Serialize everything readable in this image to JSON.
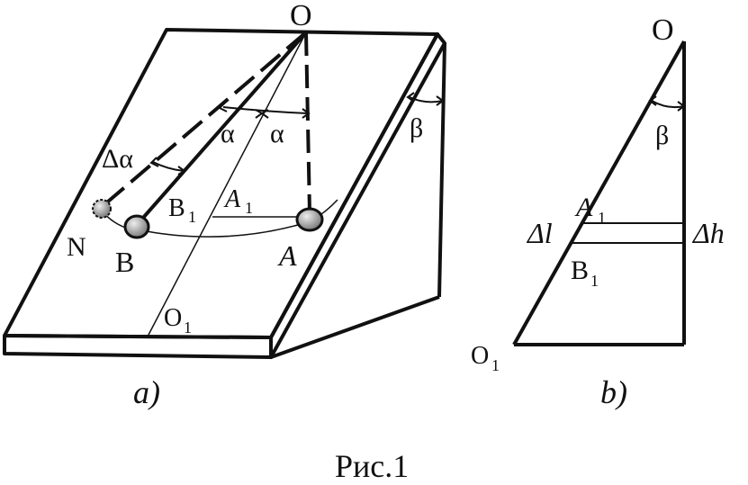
{
  "figure_a": {
    "label_O": "O",
    "label_alpha_left": "α",
    "label_alpha_right": "α",
    "label_delta_alpha": "Δα",
    "label_beta": "β",
    "label_B1": "B",
    "label_B1_sub": "1",
    "label_A1": "A",
    "label_A1_sub": "1",
    "label_N": "N",
    "label_B": "B",
    "label_A": "A",
    "label_O1": "O",
    "label_O1_sub": "1",
    "sublabel": "a)"
  },
  "figure_b": {
    "label_O": "O",
    "label_beta": "β",
    "label_A1": "A",
    "label_A1_sub": "1",
    "label_delta_l": "Δl",
    "label_delta_h": "Δh",
    "label_B1": "B",
    "label_B1_sub": "1",
    "label_O1": "O",
    "label_O1_sub": "1",
    "sublabel": "b)"
  },
  "caption": "Рис.1",
  "colors": {
    "ink": "#111111",
    "ball": "#8a8a8a",
    "ball_highlight": "#e0e0e0"
  }
}
